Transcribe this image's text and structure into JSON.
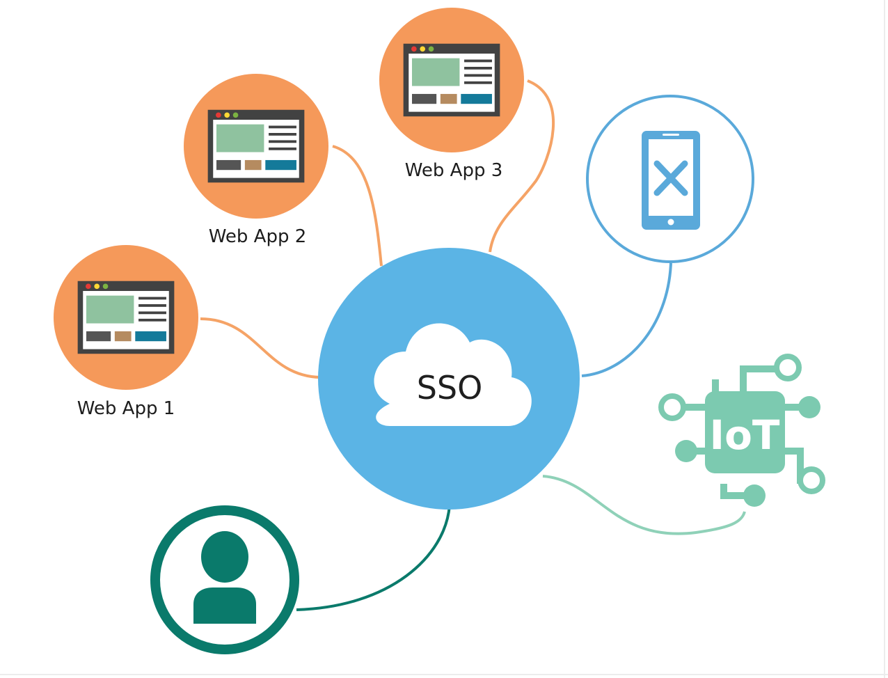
{
  "diagram": {
    "center_label": "SSO",
    "web_apps": [
      {
        "label": "Web App 1"
      },
      {
        "label": "Web App 2"
      },
      {
        "label": "Web App 3"
      }
    ],
    "iot_label": "IoT",
    "icons": {
      "center": "cloud-icon",
      "web_app": "browser-window-icon",
      "mobile": "mobile-phone-icon",
      "iot": "iot-chip-icon",
      "user": "user-icon"
    }
  },
  "colors": {
    "sso_blue": "#5bb4e5",
    "web_app_orange": "#f5995a",
    "mobile_blue": "#5aa9da",
    "user_teal": "#0a7a6b",
    "iot_green": "#7ccab0",
    "browser_frame": "#424242",
    "browser_panel_green": "#8fc29f",
    "browser_brown": "#b58b60",
    "browser_teal": "#147a9a"
  }
}
